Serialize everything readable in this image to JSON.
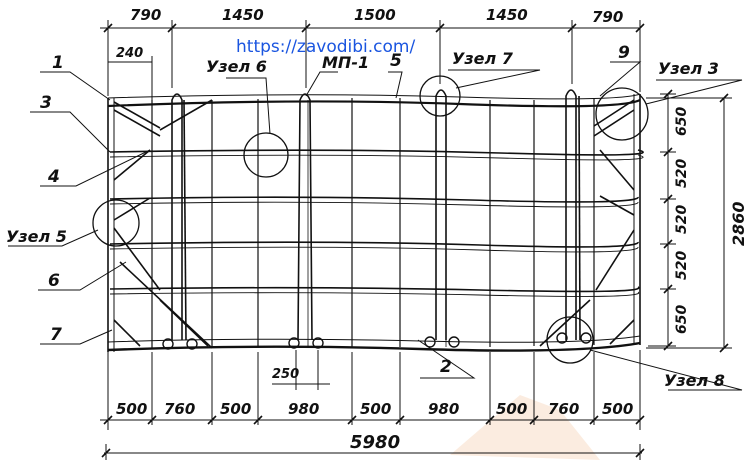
{
  "watermark_url": "https://zavodibi.com/",
  "top_dims": [
    "790",
    "1450",
    "1500",
    "1450",
    "790"
  ],
  "sub_dim_240": "240",
  "right_dims": [
    "650",
    "520",
    "520",
    "520",
    "650"
  ],
  "overall_height": "2860",
  "bottom_dims": [
    "500",
    "760",
    "500",
    "980",
    "500",
    "980",
    "500",
    "760",
    "500"
  ],
  "sub_dim_250": "250",
  "overall_width": "5980",
  "labels": {
    "l1": "1",
    "l2": "2",
    "l3": "3",
    "l4": "4",
    "l5": "5",
    "l6": "6",
    "l7": "7",
    "l9": "9",
    "mp1": "МП-1",
    "uzel3": "Узел 3",
    "uzel5": "Узел 5",
    "uzel6": "Узел 6",
    "uzel7": "Узел 7",
    "uzel8": "Узел 8"
  },
  "colors": {
    "ink": "#111111",
    "watermark": "#1a55e0",
    "stamp": "#f3c9a6"
  }
}
